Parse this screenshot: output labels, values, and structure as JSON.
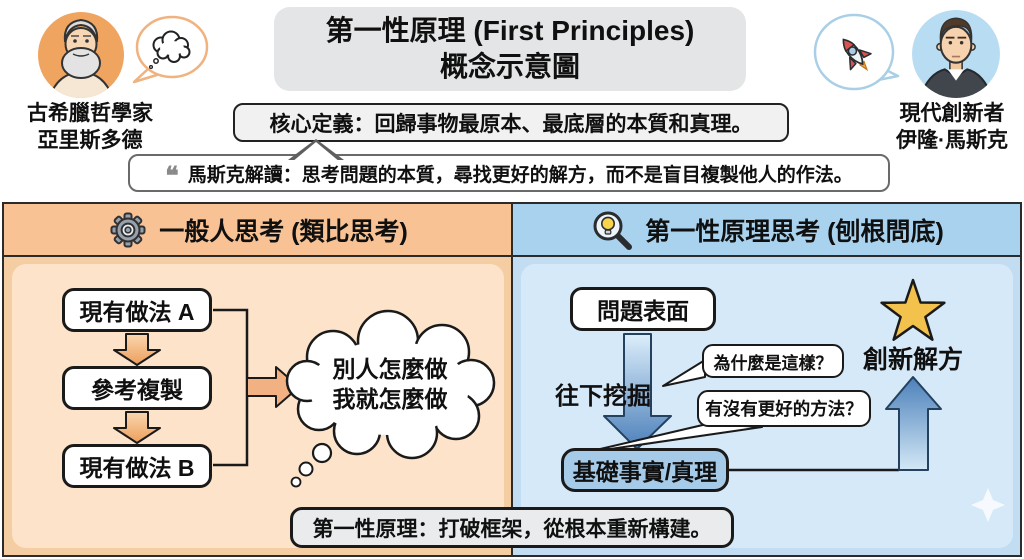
{
  "header": {
    "title_line1": "第一性原理 (First Principles)",
    "title_line2": "概念示意圖",
    "left_person": {
      "role": "古希臘哲學家",
      "name": "亞里斯多德"
    },
    "right_person": {
      "role": "現代創新者",
      "name": "伊隆·馬斯克"
    },
    "definition": "核心定義：回歸事物最原本、最底層的本質和真理。",
    "quote_mark": "❝",
    "quote": "馬斯克解讀：思考問題的本質，尋找更好的解方，而不是盲目複製他人的作法。"
  },
  "left_panel": {
    "title": "一般人思考 (類比思考)",
    "box_a": "現有做法 A",
    "box_copy": "參考複製",
    "box_b": "現有做法 B",
    "thought_line1": "別人怎麼做",
    "thought_line2": "我就怎麼做"
  },
  "right_panel": {
    "title": "第一性原理思考 (刨根問底)",
    "box_surface": "問題表面",
    "dig_label": "往下挖掘",
    "question1": "為什麼是這樣？",
    "question2": "有沒有更好的方法？",
    "box_truth": "基礎事實/真理",
    "solution_label": "創新解方"
  },
  "footer": {
    "text": "第一性原理：打破框架，從根本重新構建。"
  },
  "colors": {
    "left_panel_header": "#f8c294",
    "left_panel_body": "#fce3c9",
    "right_panel_header": "#a8d2ee",
    "right_panel_body": "#d6e9f8",
    "title_box_bg": "#e3e5e6",
    "truth_box_bg": "#a6cbe9",
    "orange_arrow": "#f2b183",
    "blue_arrow": "#4c80ba",
    "star": "#f3c24d"
  }
}
